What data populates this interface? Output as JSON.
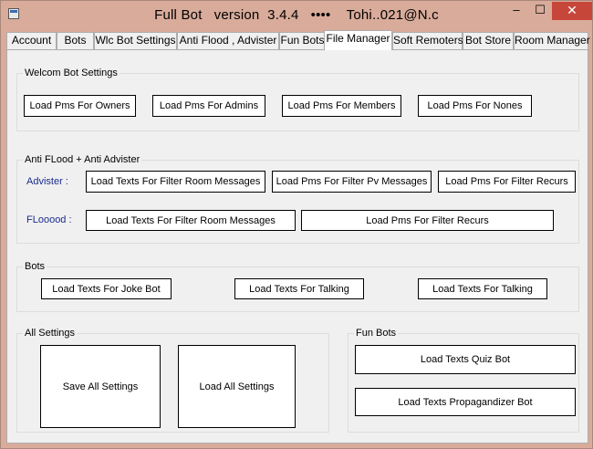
{
  "window": {
    "title": "Full Bot   version  3.4.4   ••••    Tohi..021@N.c",
    "minimize": "–",
    "maximize": "☐",
    "close": "✕"
  },
  "tabs": [
    "Account",
    "Bots",
    "Wlc Bot Settings",
    "Anti Flood , Advister",
    "Fun Bots",
    "File Manager",
    "Soft Remoters",
    "Bot Store",
    "Room Manager"
  ],
  "active_tab": "File Manager",
  "welcome_group": {
    "title": "Welcom Bot Settings",
    "buttons": [
      "Load Pms For Owners",
      "Load Pms For Admins",
      "Load Pms For Members",
      "Load Pms For Nones"
    ]
  },
  "anti_flood_group": {
    "title": "Anti FLood + Anti Advister",
    "advister_label": "Advister :",
    "advister_buttons": [
      "Load Texts For Filter Room Messages",
      "Load Pms For Filter Pv Messages",
      "Load Pms For Filter Recurs"
    ],
    "flood_label": "FLooood :",
    "flood_buttons": [
      "Load Texts For Filter Room Messages",
      "Load Pms For Filter Recurs"
    ]
  },
  "bots_group": {
    "title": "Bots",
    "buttons": [
      "Load Texts For Joke Bot",
      "Load Texts For Talking",
      "Load Texts For Talking"
    ]
  },
  "all_settings_group": {
    "title": "All Settings",
    "save": "Save All Settings",
    "load": "Load All Settings"
  },
  "fun_bots_group": {
    "title": "Fun Bots",
    "quiz": "Load Texts Quiz Bot",
    "propagandizer": "Load Texts Propagandizer Bot"
  }
}
